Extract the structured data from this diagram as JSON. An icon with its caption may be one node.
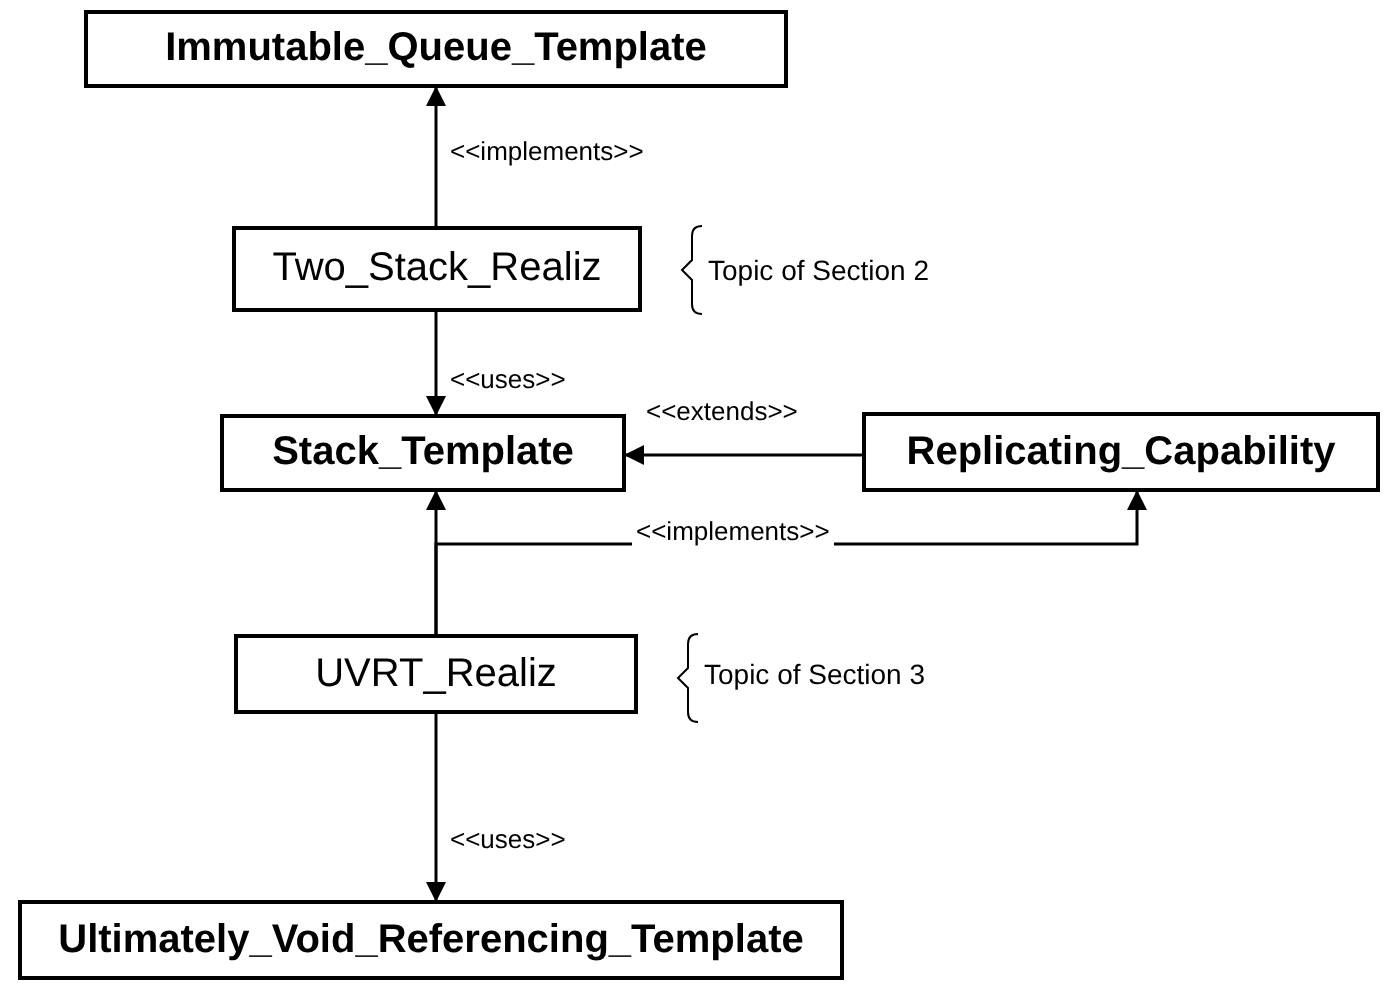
{
  "diagram": {
    "nodes": [
      {
        "text": [
          "Immutable_Queue_Template"
        ]
      },
      {
        "text": [
          "Two_Stack_Realiz"
        ],
        "beside": [
          "Topic of Section 2"
        ]
      },
      {
        "text": [
          "Stack_Template"
        ]
      },
      {
        "text": [
          "Replicating_Capability"
        ]
      },
      {
        "text": [
          "UVRT_Realiz"
        ],
        "beside": [
          "Topic of Section 3"
        ]
      },
      {
        "text": [
          "Ultimately_Void_Referencing_Template"
        ]
      }
    ],
    "edges": [
      {
        "from": 1,
        "to": 0,
        "arrow": "to",
        "label": "<<implements>>"
      },
      {
        "from": 1,
        "to": 2,
        "arrow": "to",
        "label": "<<uses>>"
      },
      {
        "from": 3,
        "to": 2,
        "arrow": "to",
        "label": "<<extends>>"
      },
      {
        "from": 4,
        "to": 2,
        "arrow": "to"
      },
      {
        "from": 4,
        "to": 3,
        "arrow": "to",
        "label": "<<implements>>"
      },
      {
        "from": 4,
        "to": 5,
        "arrow": "to",
        "label": "<<uses>>"
      }
    ]
  }
}
